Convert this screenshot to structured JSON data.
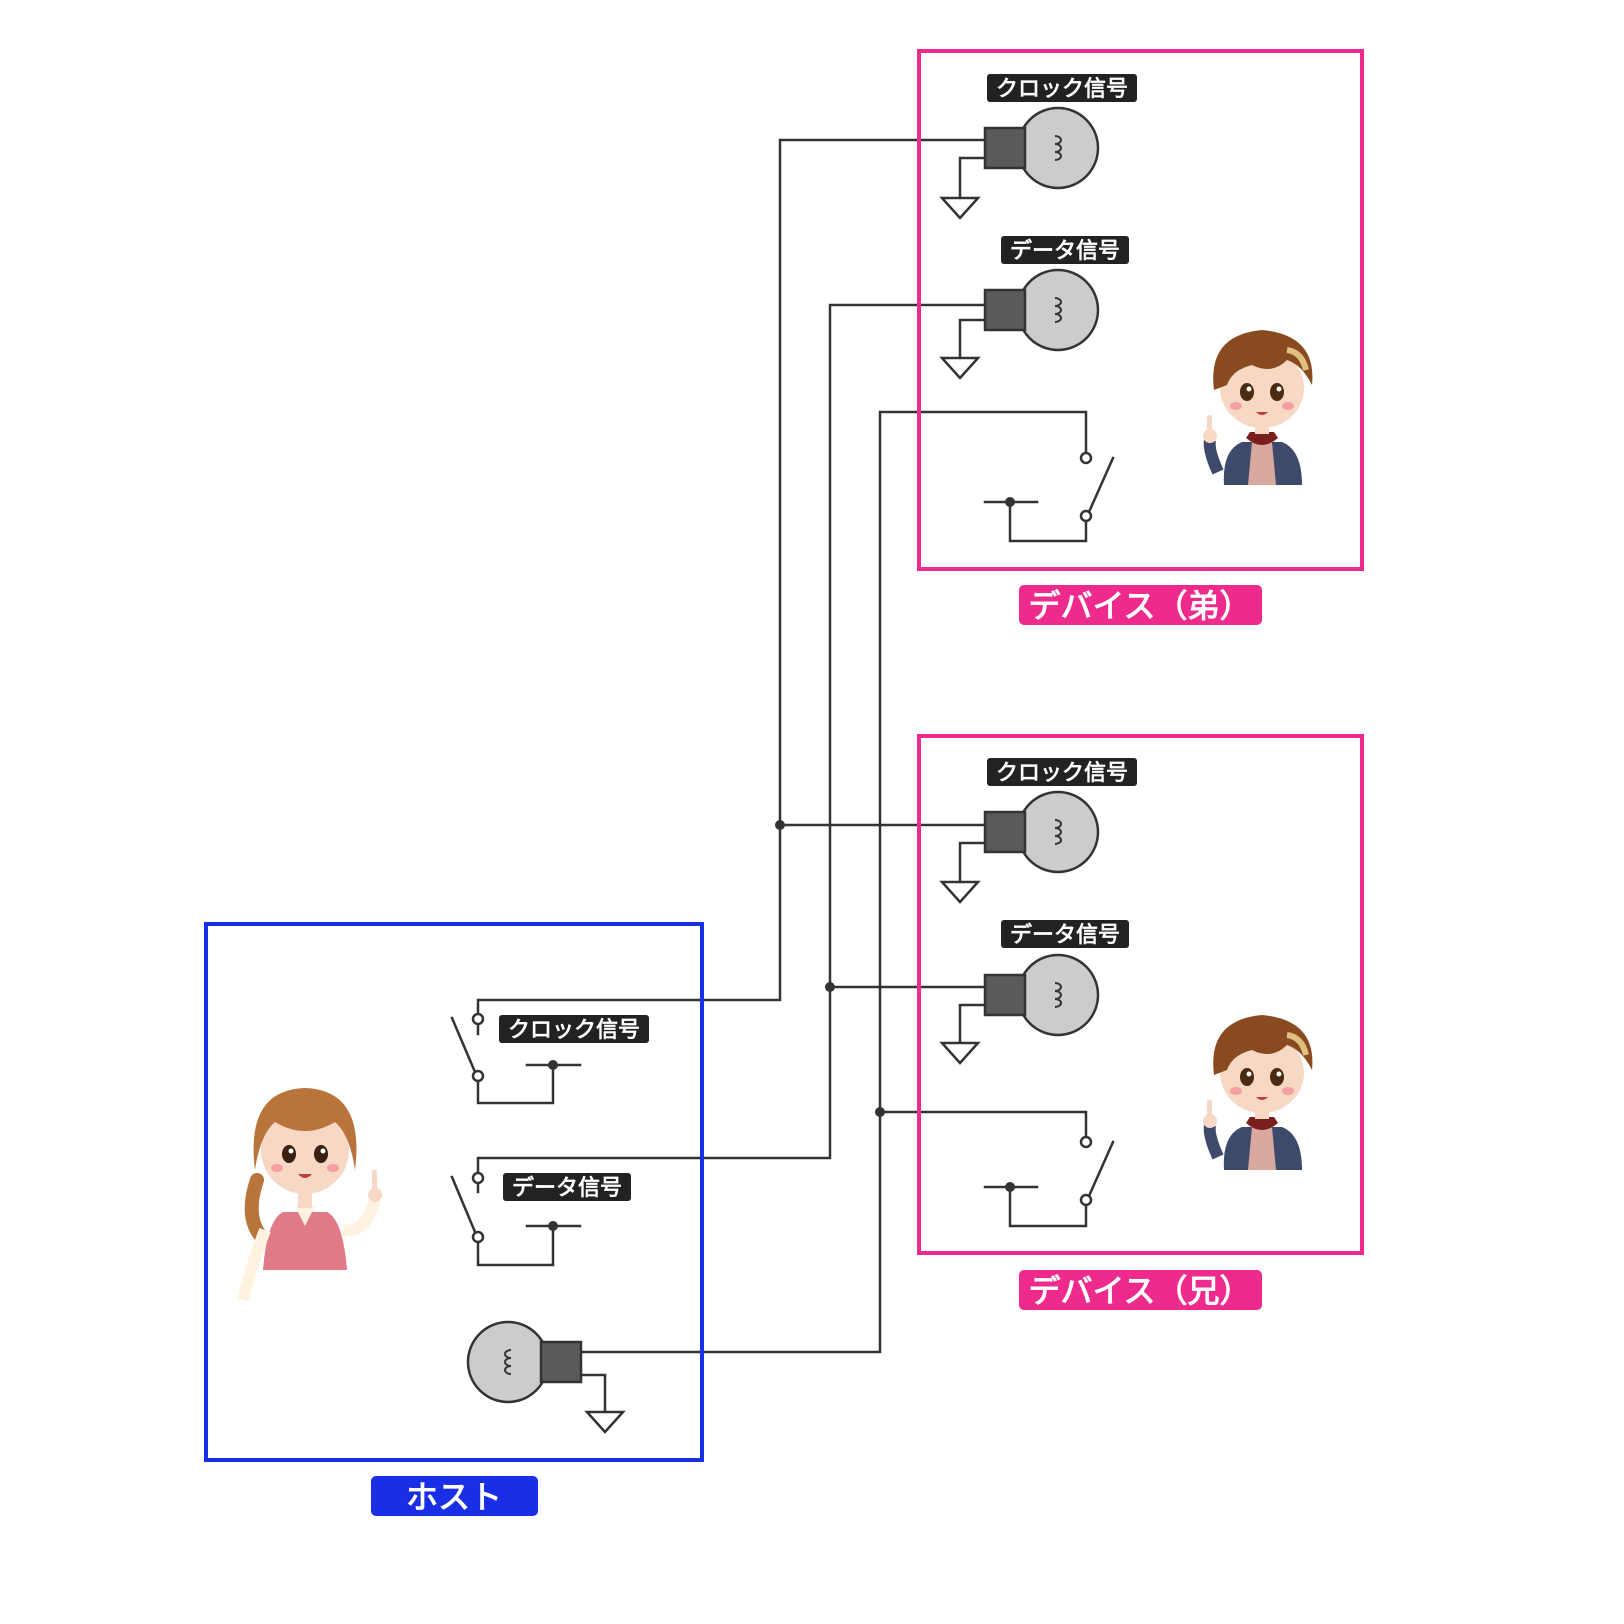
{
  "labels": {
    "clock": "クロック信号",
    "data": "データ信号"
  },
  "boxes": {
    "host": {
      "title": "ホスト",
      "color": "#1a2ee6"
    },
    "device_younger": {
      "title": "デバイス（弟）",
      "color": "#ee2a8c"
    },
    "device_older": {
      "title": "デバイス（兄）",
      "color": "#ee2a8c"
    }
  },
  "characters": {
    "host": "woman-pointing",
    "device_younger": "boy-pointing",
    "device_older": "boy-pointing"
  }
}
